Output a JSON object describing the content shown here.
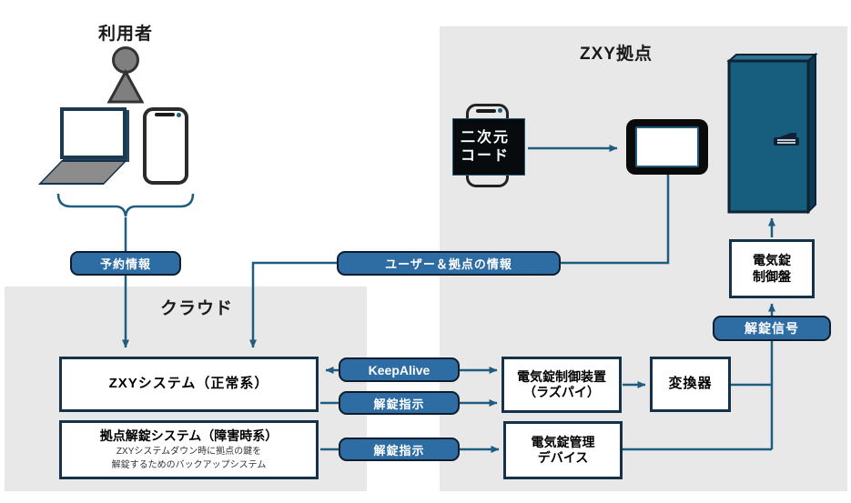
{
  "titles": {
    "user_area": "利用者",
    "zxy_site_area": "ZXY拠点",
    "cloud_area": "クラウド"
  },
  "badges": {
    "reservation_info": "予約情報",
    "user_and_site_info": "ユーザー＆拠点の情報",
    "keepalive": "KeepAlive",
    "unlock_instruction_normal": "解錠指示",
    "unlock_instruction_backup": "解錠指示",
    "unlock_signal": "解錠信号"
  },
  "boxes": {
    "zxy_system": "ZXYシステム（正常系）",
    "site_unlock_system_title": "拠点解錠システム（障害時系）",
    "site_unlock_system_sub1": "ZXYシステムダウン時に拠点の鍵を",
    "site_unlock_system_sub2": "解錠するためのバックアップシステム",
    "electric_lock_controller_line1": "電気錠制御装置",
    "electric_lock_controller_line2": "（ラズパイ）",
    "converter": "変換器",
    "electric_lock_mgmt_line1": "電気錠管理",
    "electric_lock_mgmt_line2": "デバイス",
    "electric_lock_panel_line1": "電気錠",
    "electric_lock_panel_line2": "制御盤"
  },
  "qr_code_label": {
    "line1": "二次元",
    "line2": "コード"
  },
  "colors": {
    "panel_bg": "#e8e8e8",
    "line": "#1f5d80",
    "badge_bg": "#2d6da4",
    "badge_border": "#0e1c2b",
    "box_border": "#16314a",
    "door_face": "#175d7d",
    "door_top": "#2a7391",
    "door_side": "#0c3a55",
    "person_gray": "#7f7f7f"
  }
}
